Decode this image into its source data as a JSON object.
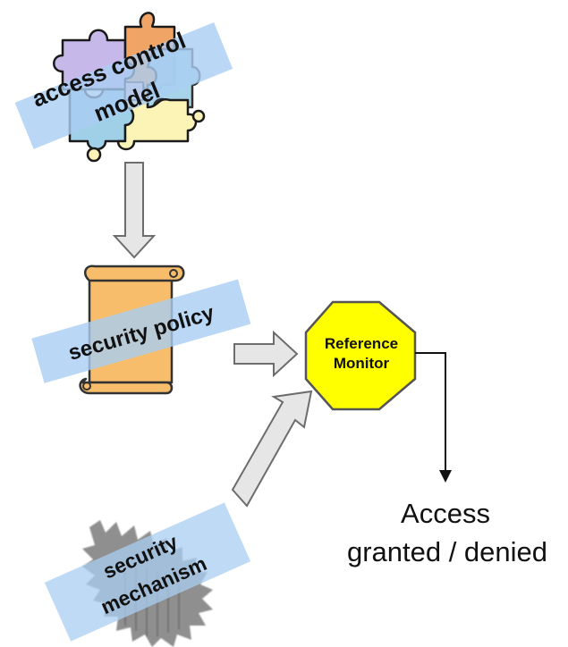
{
  "nodes": {
    "access_control_model": {
      "line1": "access control",
      "line2": "model"
    },
    "security_policy": {
      "label": "security policy"
    },
    "reference_monitor": {
      "line1": "Reference",
      "line2": "Monitor"
    },
    "security_mechanism": {
      "line1": "security",
      "line2": "mechanism"
    },
    "outcome": {
      "line1": "Access",
      "line2": "granted / denied"
    }
  },
  "colors": {
    "banner": "#a9cdf2",
    "puzzle_purple": "#c7b8ea",
    "puzzle_orange": "#f0a466",
    "puzzle_blue": "#9fd0e8",
    "puzzle_yellow": "#fbf4b6",
    "puzzle_pink": "#f3c1cf",
    "scroll": "#f8bd6a",
    "octagon": "#ffff00",
    "arrow_fill": "#e6e6e6",
    "arrow_stroke": "#6d6d6d",
    "gear": "#8f8f8f"
  }
}
